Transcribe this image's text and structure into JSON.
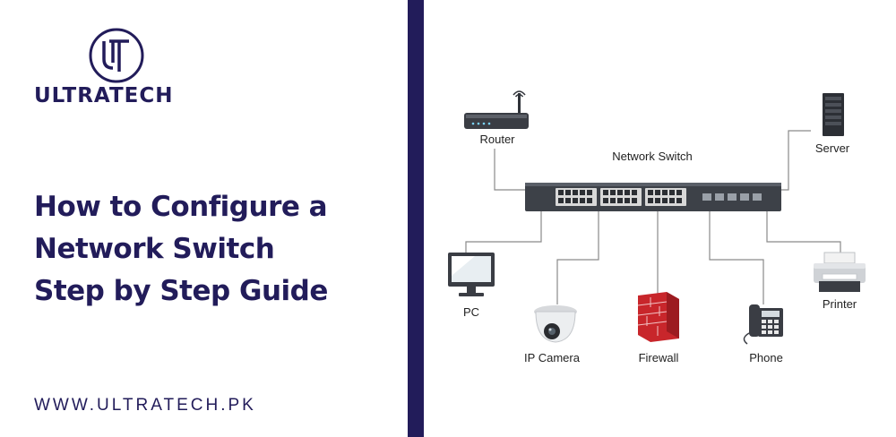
{
  "brand": {
    "name": "ULTRATECH",
    "logo_letters": "UT",
    "color": "#221c5a"
  },
  "headline": {
    "lines": [
      "How to Configure a",
      "Network Switch",
      "Step by Step Guide"
    ]
  },
  "website": "WWW.ULTRATECH.PK",
  "diagram": {
    "center_label": "Network Switch",
    "devices": [
      {
        "key": "router",
        "label": "Router",
        "icon": "router-icon"
      },
      {
        "key": "server",
        "label": "Server",
        "icon": "server-icon"
      },
      {
        "key": "pc",
        "label": "PC",
        "icon": "monitor-icon"
      },
      {
        "key": "camera",
        "label": "IP Camera",
        "icon": "dome-camera-icon"
      },
      {
        "key": "firewall",
        "label": "Firewall",
        "icon": "brick-wall-icon"
      },
      {
        "key": "phone",
        "label": "Phone",
        "icon": "desk-phone-icon"
      },
      {
        "key": "printer",
        "label": "Printer",
        "icon": "printer-icon"
      }
    ]
  },
  "colors": {
    "accent": "#221c5a",
    "switch_body": "#3d4148",
    "firewall": "#c8262b",
    "line": "#8a8a8a"
  }
}
